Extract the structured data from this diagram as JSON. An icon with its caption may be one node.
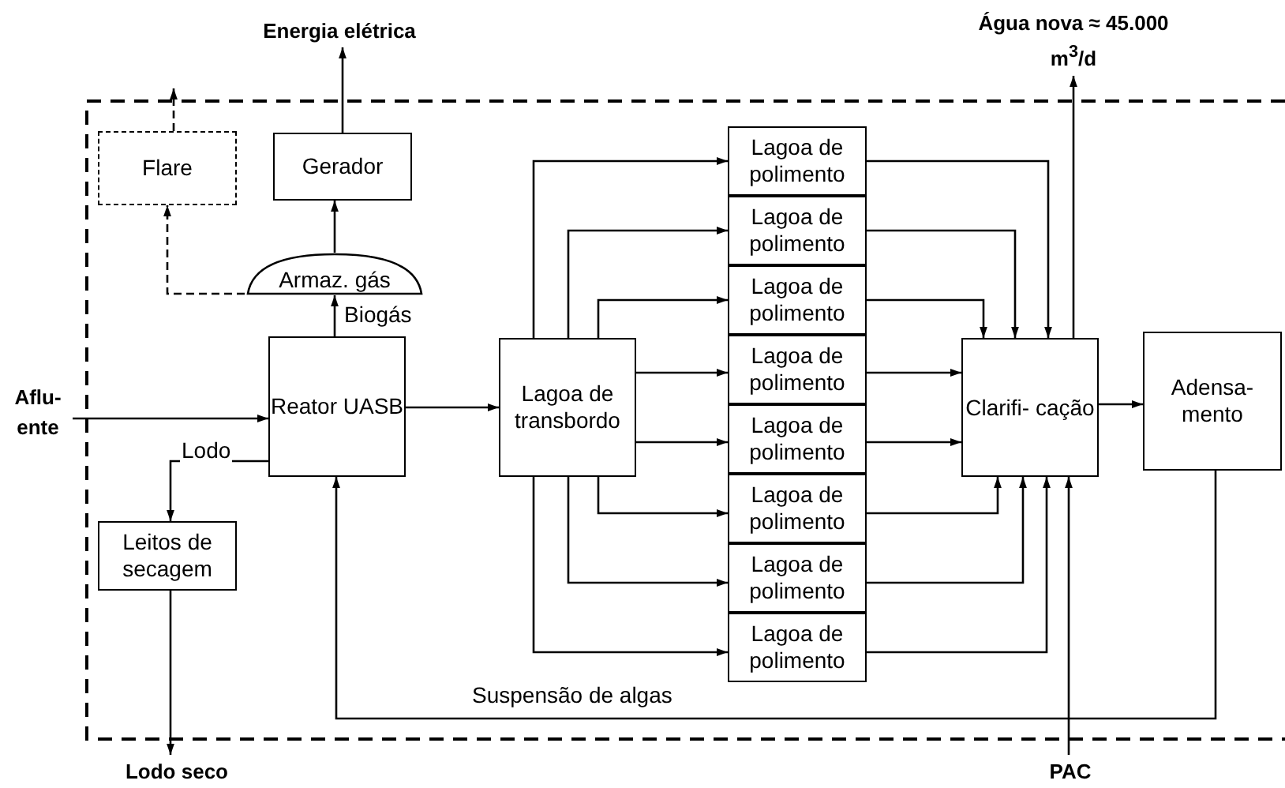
{
  "diagram": {
    "nodes": [
      {
        "text": [
          "Energia elétrica"
        ]
      },
      {
        "text": [
          "Água nova ≈ 45.000 m$^{3}$/d"
        ]
      },
      {
        "text": [
          "Flare"
        ]
      },
      {
        "text": [
          "Gerador"
        ]
      },
      {
        "text": [
          "Armaz. gás"
        ]
      },
      {
        "text": [
          "Aflu- ente"
        ]
      },
      {
        "text": [
          "Reator UASB"
        ]
      },
      {
        "text": [
          "Lagoa de transbordo"
        ]
      },
      {
        "text": [
          "Lagoa de polimento"
        ]
      },
      {
        "text": [
          "Lagoa de polimento"
        ]
      },
      {
        "text": [
          "Lagoa de polimento"
        ]
      },
      {
        "text": [
          "Lagoa de polimento"
        ]
      },
      {
        "text": [
          "Lagoa de polimento"
        ]
      },
      {
        "text": [
          "Lagoa de polimento"
        ]
      },
      {
        "text": [
          "Lagoa de polimento"
        ]
      },
      {
        "text": [
          "Lagoa de polimento"
        ]
      },
      {
        "text": [
          "Clarifi- cação"
        ]
      },
      {
        "text": [
          "Adensa- mento"
        ]
      },
      {
        "text": [
          "Leitos de secagem"
        ]
      },
      {
        "text": [
          "Lodo seco"
        ]
      },
      {
        "text": [
          "PAC"
        ]
      }
    ],
    "edges": [
      {
        "from": 2,
        "to": null,
        "arrow": "to",
        "style": "dashed"
      },
      {
        "from": 3,
        "to": 0,
        "arrow": "to"
      },
      {
        "from": 4,
        "to": 3,
        "arrow": "to"
      },
      {
        "from": 4,
        "to": 2,
        "arrow": "to",
        "style": "dashed"
      },
      {
        "from": 6,
        "to": 4,
        "arrow": "to",
        "label": "Biogás"
      },
      {
        "from": 5,
        "to": 6,
        "arrow": "to"
      },
      {
        "from": 6,
        "to": 18,
        "arrow": "to",
        "label": "Lodo"
      },
      {
        "from": 18,
        "to": 19,
        "arrow": "to"
      },
      {
        "from": 6,
        "to": 7,
        "arrow": "to"
      },
      {
        "from": 7,
        "to": 8,
        "arrow": "to"
      },
      {
        "from": 7,
        "to": 9,
        "arrow": "to"
      },
      {
        "from": 7,
        "to": 10,
        "arrow": "to"
      },
      {
        "from": 7,
        "to": 11,
        "arrow": "to"
      },
      {
        "from": 7,
        "to": 12,
        "arrow": "to"
      },
      {
        "from": 7,
        "to": 13,
        "arrow": "to"
      },
      {
        "from": 7,
        "to": 14,
        "arrow": "to"
      },
      {
        "from": 7,
        "to": 15,
        "arrow": "to"
      },
      {
        "from": 8,
        "to": 16,
        "arrow": "to"
      },
      {
        "from": 9,
        "to": 16,
        "arrow": "to"
      },
      {
        "from": 10,
        "to": 16,
        "arrow": "to"
      },
      {
        "from": 11,
        "to": 16,
        "arrow": "to"
      },
      {
        "from": 12,
        "to": 16,
        "arrow": "to"
      },
      {
        "from": 13,
        "to": 16,
        "arrow": "to"
      },
      {
        "from": 14,
        "to": 16,
        "arrow": "to"
      },
      {
        "from": 15,
        "to": 16,
        "arrow": "to"
      },
      {
        "from": 16,
        "to": 1,
        "arrow": "to"
      },
      {
        "from": 16,
        "to": 17,
        "arrow": "to"
      },
      {
        "from": 17,
        "to": 6,
        "arrow": "to",
        "label": "Suspensão de algas"
      },
      {
        "from": 20,
        "to": 16,
        "arrow": "to"
      }
    ]
  }
}
